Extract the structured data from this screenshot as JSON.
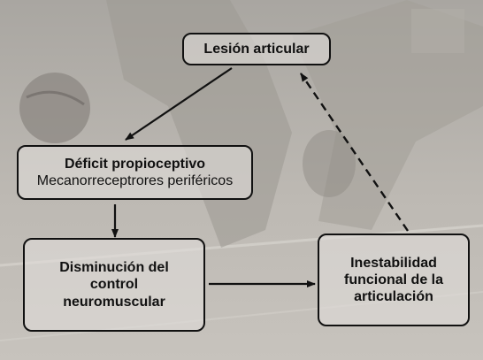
{
  "nodes": {
    "lesion": {
      "title": "Lesión articular"
    },
    "deficit": {
      "title": "Déficit propioceptivo",
      "subtitle": "Mecanorreceptrores periféricos"
    },
    "disminucion": {
      "line1": "Disminución del",
      "line2": "control",
      "line3": "neuromuscular"
    },
    "inestabilidad": {
      "line1": "Inestabilidad",
      "line2": "funcional de la",
      "line3": "articulación"
    }
  },
  "edges": [
    {
      "from": "lesion",
      "to": "deficit",
      "style": "solid"
    },
    {
      "from": "deficit",
      "to": "disminucion",
      "style": "solid"
    },
    {
      "from": "disminucion",
      "to": "inestabilidad",
      "style": "solid"
    },
    {
      "from": "inestabilidad",
      "to": "lesion",
      "style": "dashed"
    }
  ],
  "colors": {
    "background": "#b7b3ad",
    "box_fill": "#dedcd8",
    "stroke": "#111111"
  }
}
